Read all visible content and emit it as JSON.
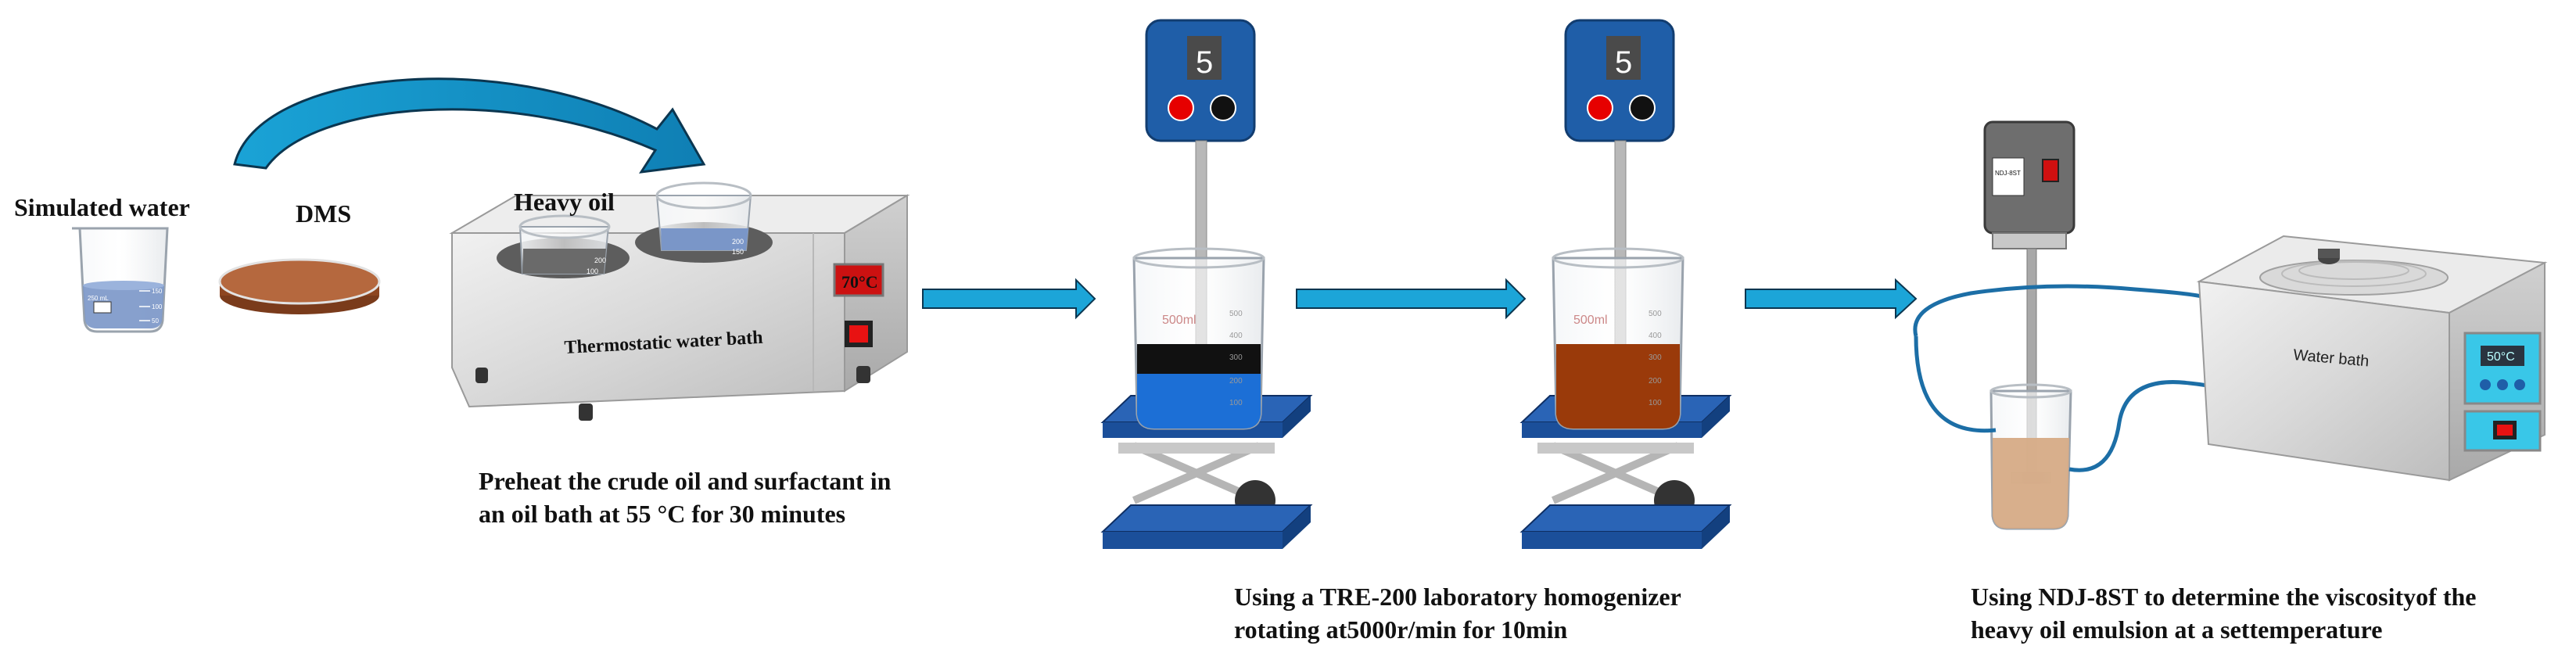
{
  "labels": {
    "simulated_water": "Simulated water",
    "dms": "DMS",
    "heavy_oil": "Heavy oil",
    "thermostatic_bath": "Thermostatic water bath",
    "water_bath": "Water bath",
    "ndj_device": "NDJ-8ST"
  },
  "displays": {
    "bath_temp": "70°C",
    "homogenizer_1_speed": "5",
    "homogenizer_2_speed": "5",
    "water_bath_temp": "50°C"
  },
  "beaker_marks": {
    "small_volume": "250 mL",
    "small_ticks": [
      "150",
      "100",
      "50"
    ],
    "bath_ticks": [
      "200",
      "150",
      "100"
    ],
    "large_volume": "500ml",
    "large_ticks": [
      "500",
      "400",
      "300",
      "200",
      "100"
    ]
  },
  "captions": {
    "step1": [
      "Preheat the crude oil and surfactant in",
      "an oil bath at 55 °C for 30 minutes"
    ],
    "step2": [
      "Using a TRE-200 laboratory homogenizer",
      "rotating at5000r/min for 10min"
    ],
    "step3": [
      "Using NDJ-8ST to determine the viscosityof the",
      "heavy oil emulsion at a settemperature"
    ]
  },
  "colors": {
    "arrow_blue": "#1ca5d8",
    "oil_black": "#111111",
    "emulsion_brown": "#9a3a0a",
    "dms_brown": "#b5683e",
    "lab_jack_blue": "#1b4f9a",
    "controller_blue": "#1f5ea8",
    "water_blue": "#7a96c8",
    "display_red": "#cc1111",
    "display_cyan": "#39c7e8"
  }
}
